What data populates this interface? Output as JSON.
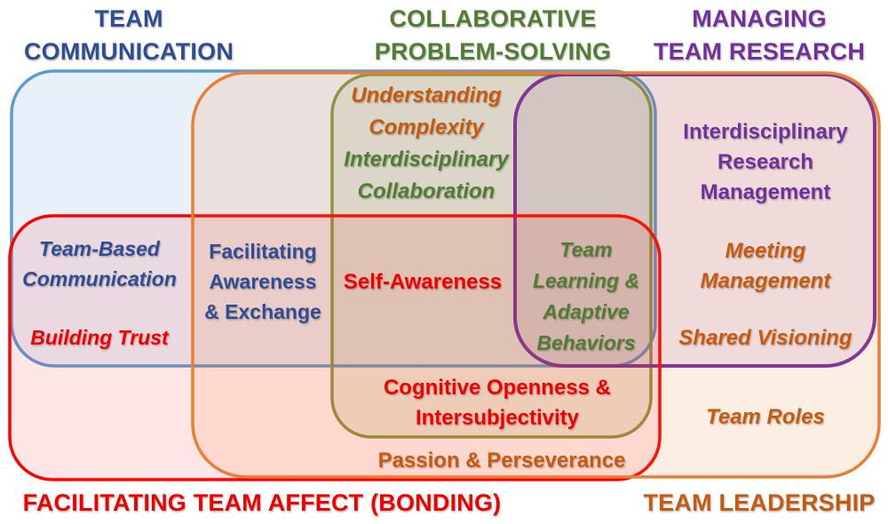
{
  "palette": {
    "blue_text": "#2D4E96",
    "green_text": "#4F7D33",
    "purple_text": "#7030A0",
    "red_text": "#F20000",
    "orange_text": "#C55A11",
    "blue_border": "#5B9BD5",
    "green_border": "#7F9C45",
    "purple_border": "#7030A0",
    "red_border": "#FF0000",
    "orange_border": "#ED7D31",
    "background": "#FFFFFF"
  },
  "sets": {
    "team_communication": {
      "title_lines": [
        "TEAM",
        "COMMUNICATION"
      ]
    },
    "collaborative_problem_solving": {
      "title_lines": [
        "COLLABORATIVE",
        "PROBLEM-SOLVING"
      ]
    },
    "managing_team_research": {
      "title_lines": [
        "MANAGING",
        "TEAM RESEARCH"
      ]
    },
    "facilitating_team_affect": {
      "title": "FACILITATING TEAM AFFECT (BONDING)"
    },
    "team_leadership": {
      "title": "TEAM LEADERSHIP"
    }
  },
  "items": {
    "understanding_complexity": {
      "lines": [
        "Understanding",
        "Complexity"
      ]
    },
    "interdisciplinary_collaboration": {
      "lines": [
        "Interdisciplinary",
        "Collaboration"
      ]
    },
    "interdisciplinary_research_management": {
      "lines": [
        "Interdisciplinary",
        "Research",
        "Management"
      ]
    },
    "team_based_communication": {
      "lines": [
        "Team-Based",
        "Communication"
      ]
    },
    "building_trust": {
      "text": "Building Trust"
    },
    "facilitating_awareness_exchange": {
      "lines": [
        "Facilitating",
        "Awareness",
        "& Exchange"
      ]
    },
    "self_awareness": {
      "text": "Self-Awareness"
    },
    "team_learning_adaptive_behaviors": {
      "lines": [
        "Team",
        "Learning &",
        "Adaptive",
        "Behaviors"
      ]
    },
    "meeting_management": {
      "lines": [
        "Meeting",
        "Management"
      ]
    },
    "shared_visioning": {
      "text": "Shared Visioning"
    },
    "cognitive_openness_intersubjectivity": {
      "lines": [
        "Cognitive Openness &",
        "Intersubjectivity"
      ]
    },
    "passion_perseverance": {
      "text": "Passion & Perseverance"
    },
    "team_roles": {
      "text": "Team Roles"
    }
  }
}
